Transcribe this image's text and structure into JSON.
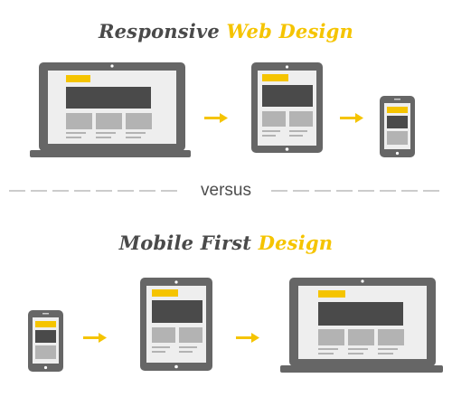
{
  "sections": {
    "top_title": {
      "word1": "Responsive",
      "word2": "Web Design"
    },
    "divider_label": "versus",
    "bottom_title": {
      "word1": "Mobile First",
      "word2": "Design"
    }
  },
  "colors": {
    "device_frame": "#666666",
    "screen_bg": "#eeeeee",
    "hero_block": "#4a4a4a",
    "content_block": "#b3b3b3",
    "accent": "#f5c400",
    "divider": "#cccccc",
    "text_dark": "#4a4a4a"
  },
  "flows": {
    "responsive": [
      "laptop-icon",
      "arrow-right-icon",
      "tablet-icon",
      "arrow-right-icon",
      "phone-icon"
    ],
    "mobile_first": [
      "phone-icon",
      "arrow-right-icon",
      "tablet-icon",
      "arrow-right-icon",
      "laptop-icon"
    ]
  }
}
